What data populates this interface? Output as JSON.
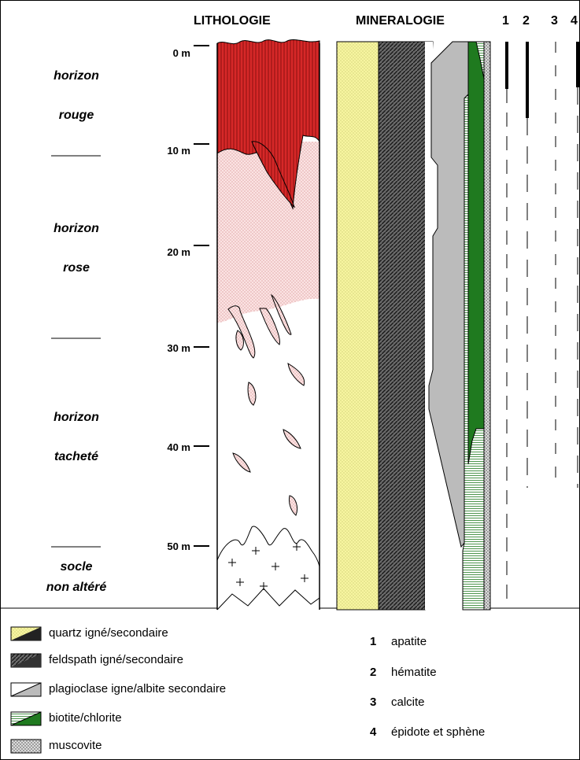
{
  "headers": {
    "lithologie": "LITHOLOGIE",
    "mineralogie": "MINERALOGIE",
    "columns": [
      "1",
      "2",
      "3",
      "4"
    ]
  },
  "horizons": [
    {
      "line1": "horizon",
      "line2": "rouge"
    },
    {
      "line1": "horizon",
      "line2": "rose"
    },
    {
      "line1": "horizon",
      "line2": "tacheté"
    },
    {
      "line1": "socle",
      "line2": "non altéré"
    }
  ],
  "depth_labels": [
    "0 m",
    "10 m",
    "20 m",
    "30 m",
    "40 m",
    "50 m"
  ],
  "legend": {
    "minerals": [
      {
        "label": "quartz igné/secondaire",
        "pattern": "quartz",
        "color": "#f7f5a0"
      },
      {
        "label": "feldspath igné/secondaire",
        "pattern": "feldspath",
        "color": "#555555"
      },
      {
        "label": "plagioclase igne/albite secondaire",
        "pattern": "plagioclase",
        "color": "#bbbbbb"
      },
      {
        "label": "biotite/chlorite",
        "pattern": "biotite",
        "color": "#1f7a1f"
      },
      {
        "label": "muscovite",
        "pattern": "muscovite",
        "color": "#cccccc"
      }
    ],
    "numbered": [
      {
        "number": "1",
        "label": "apatite"
      },
      {
        "number": "2",
        "label": "hématite"
      },
      {
        "number": "3",
        "label": "calcite"
      },
      {
        "number": "4",
        "label": "épidote et sphène"
      }
    ]
  },
  "colors": {
    "horizon_rouge": "#cc1f1f",
    "horizon_rose": "#f9dede",
    "quartz": "#f7f5a0",
    "biotite": "#1f7a1f",
    "plagioclase": "#bbbbbb"
  }
}
